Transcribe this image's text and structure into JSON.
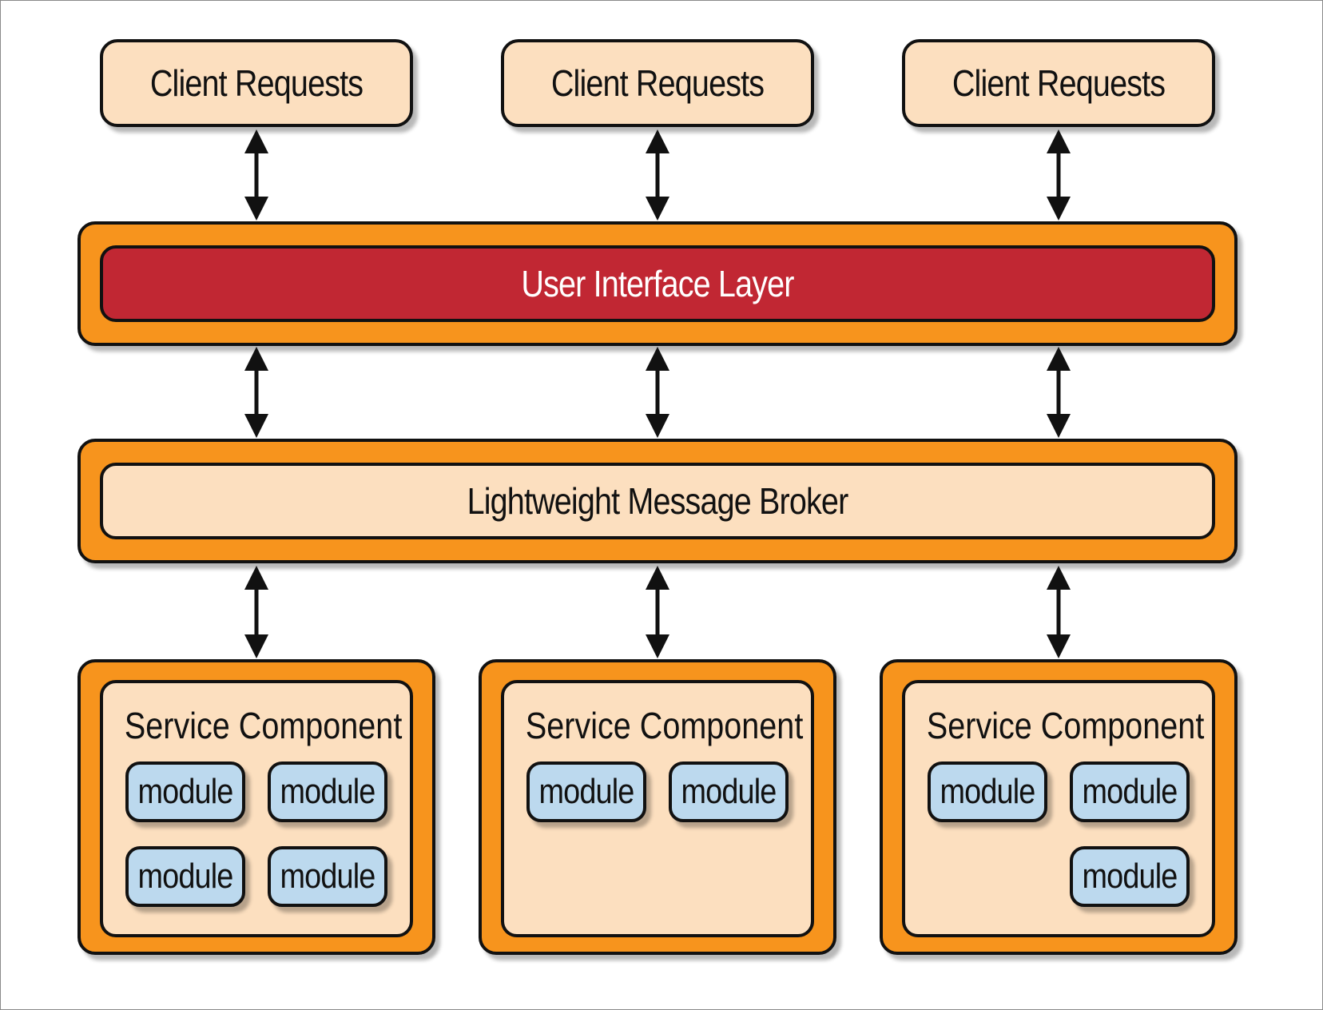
{
  "clients": [
    {
      "label": "Client Requests"
    },
    {
      "label": "Client Requests"
    },
    {
      "label": "Client Requests"
    }
  ],
  "ui_layer": {
    "label": "User Interface Layer"
  },
  "broker": {
    "label": "Lightweight Message Broker"
  },
  "services": [
    {
      "title": "Service Component",
      "modules": [
        "module",
        "module",
        "module",
        "module"
      ]
    },
    {
      "title": "Service Component",
      "modules": [
        "module",
        "module"
      ]
    },
    {
      "title": "Service Component",
      "modules": [
        "module",
        "module",
        "module"
      ]
    }
  ],
  "colors": {
    "client_fill": "#fcdfbf",
    "layer_border": "#f7941d",
    "ui_layer_fill": "#c12733",
    "module_fill": "#bcd9ee",
    "outline": "#111111"
  }
}
